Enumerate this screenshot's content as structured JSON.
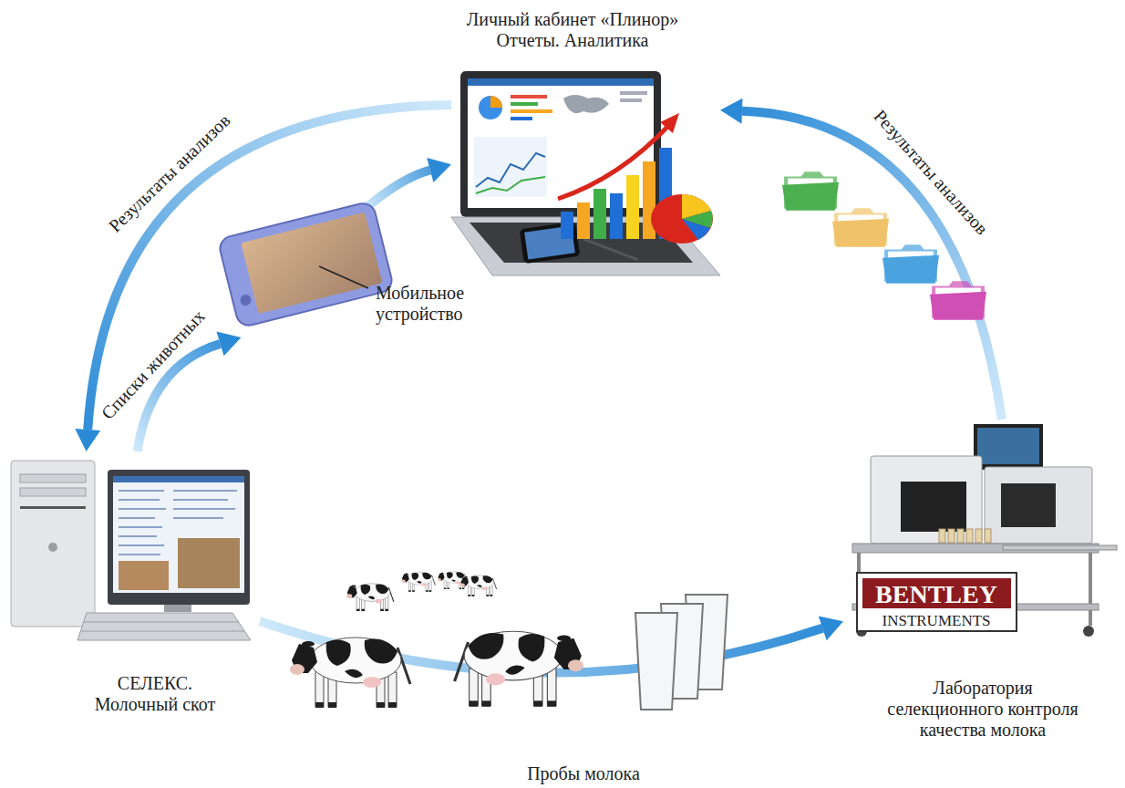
{
  "diagram": {
    "nodes": [
      {
        "text": [
          "Личный кабинет «Плинор» Отчеты. Аналитика"
        ]
      },
      {
        "text": [
          "Мобильное устройство"
        ]
      },
      {
        "text": [
          "СЕЛЕКС. Молочный скот"
        ]
      },
      {
        "text": [
          "Лаборатория селекционного контроля качества молока"
        ]
      }
    ],
    "edges": [
      {
        "from": 2,
        "to": 1,
        "label": "Списки животных",
        "arrow": "to"
      },
      {
        "from": 1,
        "to": 0,
        "arrow": "to"
      },
      {
        "from": 0,
        "to": 2,
        "label": "Результаты анализов",
        "arrow": "to"
      },
      {
        "from": 3,
        "to": 0,
        "label": "Результаты анализов",
        "arrow": "to"
      },
      {
        "from": 2,
        "to": 3,
        "label": "Пробы молока",
        "arrow": "to"
      }
    ],
    "labels": [
      "BENTLEY",
      "INSTRUMENTS"
    ]
  }
}
